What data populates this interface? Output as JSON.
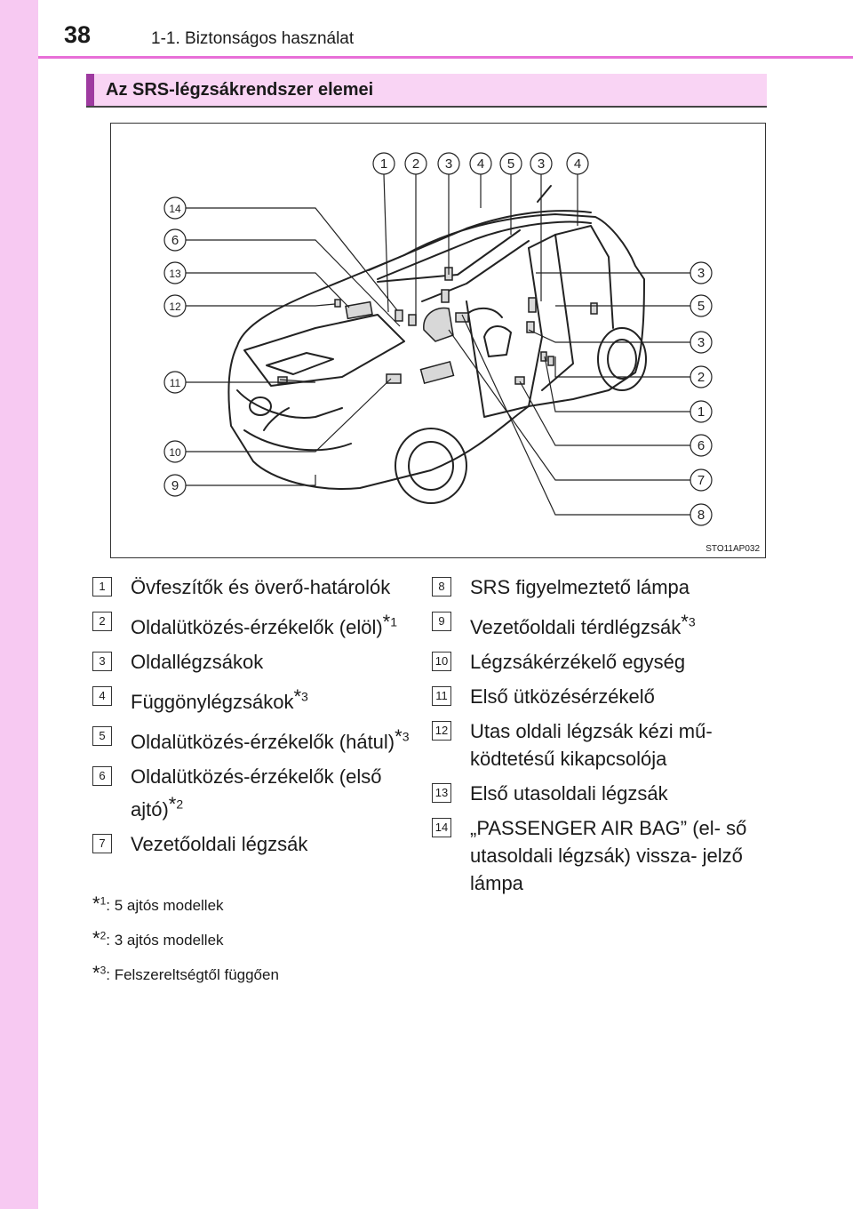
{
  "page": {
    "number": "38",
    "section_path": "1-1. Biztonságos használat"
  },
  "section": {
    "title": "Az SRS-légzsákrendszer elemei"
  },
  "figure": {
    "id": "STO11AP032",
    "top_callouts": [
      "1",
      "2",
      "3",
      "4",
      "5",
      "3",
      "4"
    ],
    "left_callouts": [
      "14",
      "6",
      "13",
      "12",
      "11",
      "10",
      "9"
    ],
    "right_callouts": [
      "3",
      "5",
      "3",
      "2",
      "1",
      "6",
      "7",
      "8"
    ]
  },
  "legend_left": [
    {
      "num": "1",
      "text": "Övfeszítők és överő-határolók",
      "note": ""
    },
    {
      "num": "2",
      "text": "Oldalütközés-érzékelők (elöl)",
      "note": "1"
    },
    {
      "num": "3",
      "text": "Oldallégzsákok",
      "note": ""
    },
    {
      "num": "4",
      "text": "Függönylégzsákok",
      "note": "3"
    },
    {
      "num": "5",
      "text": "Oldalütközés-érzékelők (hátul)",
      "note": "3"
    },
    {
      "num": "6",
      "text": "Oldalütközés-érzékelők (első ajtó)",
      "note": "2"
    },
    {
      "num": "7",
      "text": "Vezetőoldali légzsák",
      "note": ""
    }
  ],
  "legend_right": [
    {
      "num": "8",
      "text": "SRS figyelmeztető lámpa",
      "note": ""
    },
    {
      "num": "9",
      "text": "Vezetőoldali térdlégzsák",
      "note": "3"
    },
    {
      "num": "10",
      "text": "Légzsákérzékelő egység",
      "note": ""
    },
    {
      "num": "11",
      "text": "Első ütközésérzékelő",
      "note": ""
    },
    {
      "num": "12",
      "text": "Utas oldali légzsák kézi mű- ködtetésű kikapcsolója",
      "note": ""
    },
    {
      "num": "13",
      "text": "Első utasoldali légzsák",
      "note": ""
    },
    {
      "num": "14",
      "text": "„PASSENGER AIR BAG” (el- ső utasoldali légzsák) vissza- jelző lámpa",
      "note": ""
    }
  ],
  "footnotes": [
    {
      "mark": "1",
      "text": ": 5 ajtós modellek"
    },
    {
      "mark": "2",
      "text": ": 3 ajtós modellek"
    },
    {
      "mark": "3",
      "text": ": Felszereltségtől függően"
    }
  ],
  "colors": {
    "band": "#f7c9f2",
    "rule": "#e86fd8",
    "header_bg": "#f9d4f4",
    "accent": "#9e3aa0"
  }
}
